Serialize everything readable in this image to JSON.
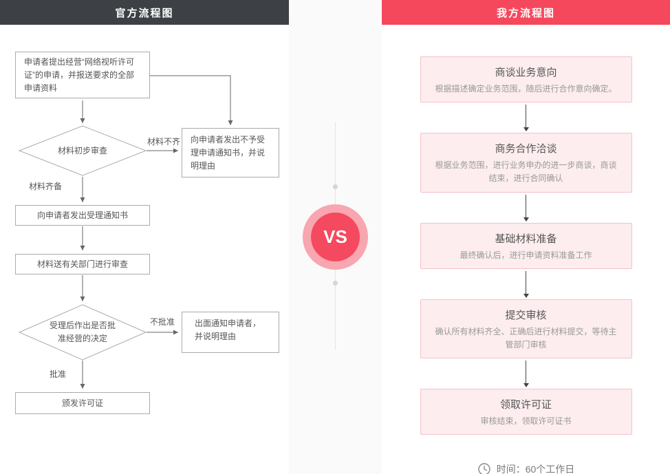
{
  "left": {
    "title": "官方流程图",
    "boxes": {
      "apply": "申请者提出经营“网络视听许可证”的申请，并报送要求的全部申请资料",
      "review1": "材料初步审查",
      "reject_notice": "向申请者发出不予受理申请通知书，并说明理由",
      "accept_notice": "向申请者发出受理通知书",
      "dept_review": "材料送有关部门进行审查",
      "decision": "受理后作出是否批准经营的决定",
      "deny_notice": "出面通知申请者，并说明理由",
      "issue_license": "颁发许可证"
    },
    "labels": {
      "incomplete": "材料不齐",
      "complete": "材料齐备",
      "not_approved": "不批准",
      "approved": "批准"
    }
  },
  "vs": "VS",
  "right": {
    "title": "我方流程图",
    "steps": [
      {
        "title": "商谈业务意向",
        "desc": "根据描述确定业务范围，随后进行合作意向确定。"
      },
      {
        "title": "商务合作洽谈",
        "desc": "根据业务范围，进行业务申办的进一步商谈，商谈结束，进行合同确认"
      },
      {
        "title": "基础材料准备",
        "desc": "最终确认后，进行申请资料准备工作"
      },
      {
        "title": "提交审核",
        "desc": "确认所有材料齐全、正确后进行材料提交，等待主管部门审核"
      },
      {
        "title": "领取许可证",
        "desc": "审核结束，领取许可证书"
      }
    ],
    "time_icon": "clock-icon",
    "time_note": "时间：60个工作日"
  },
  "colors": {
    "left_header_bg": "#3d4044",
    "right_header_bg": "#f5485c",
    "vs_red": "#f4495e",
    "vs_ring": "#f8a6b0",
    "step_bg": "#fdedef",
    "step_border": "#f5c0c8"
  }
}
